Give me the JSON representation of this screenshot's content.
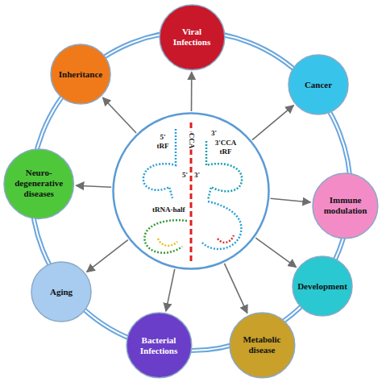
{
  "diagram": {
    "nodes": [
      {
        "text": [
          "Viral Infections"
        ]
      },
      {
        "text": [
          "Cancer"
        ]
      },
      {
        "text": [
          "Immune modulation"
        ]
      },
      {
        "text": [
          "Development"
        ]
      },
      {
        "text": [
          "Metabolic disease"
        ]
      },
      {
        "text": [
          "Bacterial Infections"
        ]
      },
      {
        "text": [
          "Aging"
        ]
      },
      {
        "text": [
          "Neuro-degenerative diseases"
        ]
      },
      {
        "text": [
          "Inheritance"
        ]
      },
      {
        "text": [
          "5' tRF",
          "3'",
          "CCA",
          "3'CCA tRF",
          "5'",
          "3'",
          "tRNA-half"
        ]
      }
    ],
    "edges": [
      {
        "from": 9,
        "to": 0,
        "arrow": "to"
      },
      {
        "from": 9,
        "to": 1,
        "arrow": "to"
      },
      {
        "from": 9,
        "to": 2,
        "arrow": "to"
      },
      {
        "from": 9,
        "to": 3,
        "arrow": "to"
      },
      {
        "from": 9,
        "to": 4,
        "arrow": "to"
      },
      {
        "from": 9,
        "to": 5,
        "arrow": "to"
      },
      {
        "from": 9,
        "to": 6,
        "arrow": "to"
      },
      {
        "from": 9,
        "to": 7,
        "arrow": "to"
      },
      {
        "from": 9,
        "to": 8,
        "arrow": "to"
      }
    ]
  }
}
